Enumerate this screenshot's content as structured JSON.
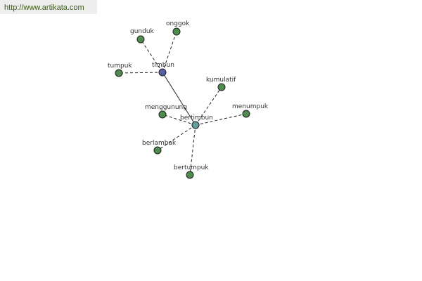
{
  "banner": {
    "url": "http://www.artikata.com"
  },
  "graph": {
    "colors": {
      "leaf": "#4f8a4f",
      "root": "#5a5fa8",
      "hub": "#5f9f9f"
    },
    "nodes": [
      {
        "id": "gunduk",
        "label": "gunduk",
        "kind": "leaf"
      },
      {
        "id": "onggok",
        "label": "onggok",
        "kind": "leaf"
      },
      {
        "id": "tumpuk",
        "label": "tumpuk",
        "kind": "leaf"
      },
      {
        "id": "timbun",
        "label": "timbun",
        "kind": "root"
      },
      {
        "id": "kumulatif",
        "label": "kumulatif",
        "kind": "leaf"
      },
      {
        "id": "menggunung",
        "label": "menggunung",
        "kind": "leaf"
      },
      {
        "id": "menumpuk",
        "label": "menumpuk",
        "kind": "leaf"
      },
      {
        "id": "bertimbun",
        "label": "bertimbun",
        "kind": "hub"
      },
      {
        "id": "berlambak",
        "label": "berlambak",
        "kind": "leaf"
      },
      {
        "id": "bertumpuk",
        "label": "bertumpuk",
        "kind": "leaf"
      }
    ],
    "edges": [
      {
        "from": "timbun",
        "to": "gunduk",
        "style": "dashed"
      },
      {
        "from": "timbun",
        "to": "onggok",
        "style": "dashed"
      },
      {
        "from": "timbun",
        "to": "tumpuk",
        "style": "dashed"
      },
      {
        "from": "timbun",
        "to": "bertimbun",
        "style": "solid"
      },
      {
        "from": "bertimbun",
        "to": "kumulatif",
        "style": "dashed"
      },
      {
        "from": "bertimbun",
        "to": "menggunung",
        "style": "dashed"
      },
      {
        "from": "bertimbun",
        "to": "menumpuk",
        "style": "dashed"
      },
      {
        "from": "bertimbun",
        "to": "berlambak",
        "style": "dashed"
      },
      {
        "from": "bertimbun",
        "to": "bertumpuk",
        "style": "dashed"
      }
    ]
  }
}
